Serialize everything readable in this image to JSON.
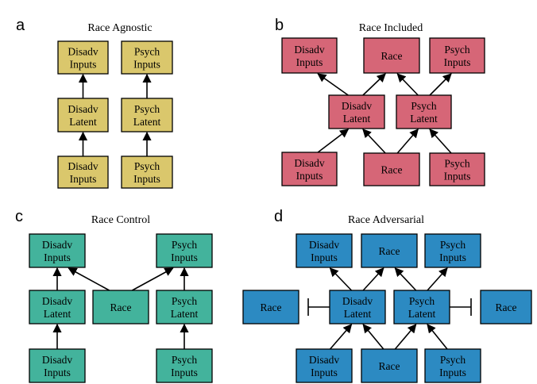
{
  "colors": {
    "agnostic": "#dac76c",
    "included": "#d66677",
    "control": "#43b39c",
    "adversarial": "#2c8ac2"
  },
  "panels": [
    {
      "letter": "a",
      "title": "Race Agnostic",
      "color_key": "agnostic",
      "nodes": [
        {
          "id": "a-dis-in-top",
          "lines": [
            "Disadv",
            "Inputs"
          ]
        },
        {
          "id": "a-psy-in-top",
          "lines": [
            "Psych",
            "Inputs"
          ]
        },
        {
          "id": "a-dis-lat",
          "lines": [
            "Disadv",
            "Latent"
          ]
        },
        {
          "id": "a-psy-lat",
          "lines": [
            "Psych",
            "Latent"
          ]
        },
        {
          "id": "a-dis-in-bot",
          "lines": [
            "Disadv",
            "Inputs"
          ]
        },
        {
          "id": "a-psy-in-bot",
          "lines": [
            "Psych",
            "Inputs"
          ]
        }
      ],
      "edges": [
        {
          "from": "a-dis-in-bot",
          "to": "a-dis-lat",
          "type": "arrow"
        },
        {
          "from": "a-psy-in-bot",
          "to": "a-psy-lat",
          "type": "arrow"
        },
        {
          "from": "a-dis-lat",
          "to": "a-dis-in-top",
          "type": "arrow"
        },
        {
          "from": "a-psy-lat",
          "to": "a-psy-in-top",
          "type": "arrow"
        }
      ]
    },
    {
      "letter": "b",
      "title": "Race Included",
      "color_key": "included",
      "nodes": [
        {
          "id": "b-dis-in-top",
          "lines": [
            "Disadv",
            "Inputs"
          ]
        },
        {
          "id": "b-race-top",
          "lines": [
            "Race"
          ]
        },
        {
          "id": "b-psy-in-top",
          "lines": [
            "Psych",
            "Inputs"
          ]
        },
        {
          "id": "b-dis-lat",
          "lines": [
            "Disadv",
            "Latent"
          ]
        },
        {
          "id": "b-psy-lat",
          "lines": [
            "Psych",
            "Latent"
          ]
        },
        {
          "id": "b-dis-in-bot",
          "lines": [
            "Disadv",
            "Inputs"
          ]
        },
        {
          "id": "b-race-bot",
          "lines": [
            "Race"
          ]
        },
        {
          "id": "b-psy-in-bot",
          "lines": [
            "Psych",
            "Inputs"
          ]
        }
      ],
      "edges": [
        {
          "from": "b-dis-in-bot",
          "to": "b-dis-lat",
          "type": "arrow"
        },
        {
          "from": "b-race-bot",
          "to": "b-dis-lat",
          "type": "arrow"
        },
        {
          "from": "b-race-bot",
          "to": "b-psy-lat",
          "type": "arrow"
        },
        {
          "from": "b-psy-in-bot",
          "to": "b-psy-lat",
          "type": "arrow"
        },
        {
          "from": "b-dis-lat",
          "to": "b-dis-in-top",
          "type": "arrow"
        },
        {
          "from": "b-dis-lat",
          "to": "b-race-top",
          "type": "arrow"
        },
        {
          "from": "b-psy-lat",
          "to": "b-race-top",
          "type": "arrow"
        },
        {
          "from": "b-psy-lat",
          "to": "b-psy-in-top",
          "type": "arrow"
        }
      ]
    },
    {
      "letter": "c",
      "title": "Race Control",
      "color_key": "control",
      "nodes": [
        {
          "id": "c-dis-in-top",
          "lines": [
            "Disadv",
            "Inputs"
          ]
        },
        {
          "id": "c-psy-in-top",
          "lines": [
            "Psych",
            "Inputs"
          ]
        },
        {
          "id": "c-dis-lat",
          "lines": [
            "Disadv",
            "Latent"
          ]
        },
        {
          "id": "c-race",
          "lines": [
            "Race"
          ]
        },
        {
          "id": "c-psy-lat",
          "lines": [
            "Psych",
            "Latent"
          ]
        },
        {
          "id": "c-dis-in-bot",
          "lines": [
            "Disadv",
            "Inputs"
          ]
        },
        {
          "id": "c-psy-in-bot",
          "lines": [
            "Psych",
            "Inputs"
          ]
        }
      ],
      "edges": [
        {
          "from": "c-dis-in-bot",
          "to": "c-dis-lat",
          "type": "arrow"
        },
        {
          "from": "c-psy-in-bot",
          "to": "c-psy-lat",
          "type": "arrow"
        },
        {
          "from": "c-dis-lat",
          "to": "c-dis-in-top",
          "type": "arrow"
        },
        {
          "from": "c-psy-lat",
          "to": "c-psy-in-top",
          "type": "arrow"
        },
        {
          "from": "c-race",
          "to": "c-dis-in-top",
          "type": "arrow"
        },
        {
          "from": "c-race",
          "to": "c-psy-in-top",
          "type": "arrow"
        }
      ]
    },
    {
      "letter": "d",
      "title": "Race Adversarial",
      "color_key": "adversarial",
      "nodes": [
        {
          "id": "d-dis-in-top",
          "lines": [
            "Disadv",
            "Inputs"
          ]
        },
        {
          "id": "d-race-top",
          "lines": [
            "Race"
          ]
        },
        {
          "id": "d-psy-in-top",
          "lines": [
            "Psych",
            "Inputs"
          ]
        },
        {
          "id": "d-race-left",
          "lines": [
            "Race"
          ]
        },
        {
          "id": "d-dis-lat",
          "lines": [
            "Disadv",
            "Latent"
          ]
        },
        {
          "id": "d-psy-lat",
          "lines": [
            "Psych",
            "Latent"
          ]
        },
        {
          "id": "d-race-right",
          "lines": [
            "Race"
          ]
        },
        {
          "id": "d-dis-in-bot",
          "lines": [
            "Disadv",
            "Inputs"
          ]
        },
        {
          "id": "d-race-bot",
          "lines": [
            "Race"
          ]
        },
        {
          "id": "d-psy-in-bot",
          "lines": [
            "Psych",
            "Inputs"
          ]
        }
      ],
      "edges": [
        {
          "from": "d-dis-in-bot",
          "to": "d-dis-lat",
          "type": "arrow"
        },
        {
          "from": "d-race-bot",
          "to": "d-dis-lat",
          "type": "arrow"
        },
        {
          "from": "d-race-bot",
          "to": "d-psy-lat",
          "type": "arrow"
        },
        {
          "from": "d-psy-in-bot",
          "to": "d-psy-lat",
          "type": "arrow"
        },
        {
          "from": "d-dis-lat",
          "to": "d-dis-in-top",
          "type": "arrow"
        },
        {
          "from": "d-dis-lat",
          "to": "d-race-top",
          "type": "arrow"
        },
        {
          "from": "d-psy-lat",
          "to": "d-race-top",
          "type": "arrow"
        },
        {
          "from": "d-psy-lat",
          "to": "d-psy-in-top",
          "type": "arrow"
        },
        {
          "from": "d-dis-lat",
          "to": "d-race-left",
          "type": "inhibit"
        },
        {
          "from": "d-psy-lat",
          "to": "d-race-right",
          "type": "inhibit"
        }
      ]
    }
  ]
}
